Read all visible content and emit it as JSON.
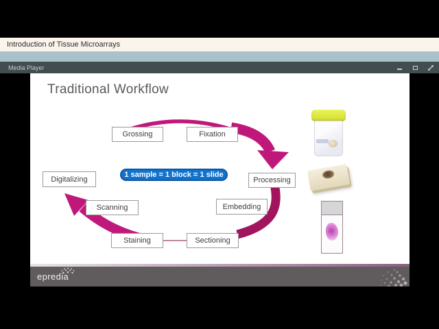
{
  "page": {
    "title": "Introduction of Tissue Microarrays"
  },
  "player": {
    "window_title": "Media Player",
    "controls": [
      {
        "name": "minimize"
      },
      {
        "name": "maximize"
      },
      {
        "name": "fullscreen"
      }
    ]
  },
  "slide": {
    "title": "Traditional Workflow",
    "center_label": "1 sample = 1 block = 1 slide",
    "steps": [
      "Grossing",
      "Fixation",
      "Processing",
      "Embedding",
      "Sectioning",
      "Staining",
      "Scanning",
      "Digitalizing"
    ],
    "footer_logo": "epredia",
    "images": [
      {
        "name": "specimen-container"
      },
      {
        "name": "tissue-cassette"
      },
      {
        "name": "stained-slide"
      }
    ]
  },
  "colors": {
    "arrow_magenta": "#c0187a",
    "arrow_dark": "#a2145e",
    "badge_blue": "#1273cd",
    "badge_border": "#0c55a2",
    "lid_yellow": "#dfe93c",
    "accent_band": "#a9c2ca",
    "footer_gray": "#605c5d"
  }
}
